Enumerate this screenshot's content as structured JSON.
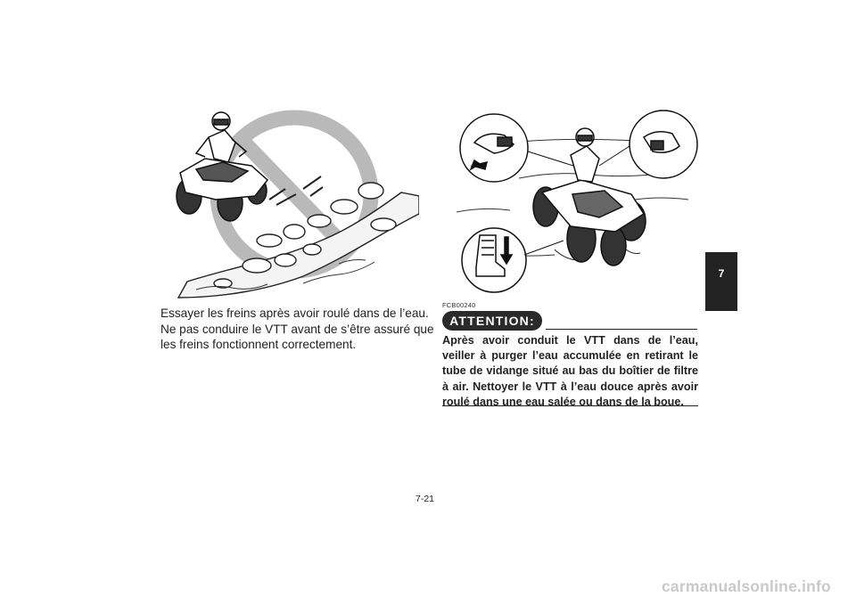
{
  "left_caption": {
    "line1": "Essayer les freins après avoir roulé dans de l’eau.",
    "line2": "Ne pas conduire le VTT avant de s’être assuré que",
    "line3": "les freins fonctionnent correctement."
  },
  "warning": {
    "code": "FCB00240",
    "title": "ATTENTION:",
    "body_lines": [
      "Après avoir conduit le VTT dans de l’eau,",
      "veiller à purger l’eau accumulée en retirant le",
      "tube de vidange situé au bas du boîtier de filtre",
      "à air. Nettoyer le VTT à l’eau douce après avoir",
      "roulé dans une eau salée ou dans de la boue."
    ]
  },
  "chapter_tab": "7",
  "page_number": "7-21",
  "watermark": "carmanualsonline.info"
}
